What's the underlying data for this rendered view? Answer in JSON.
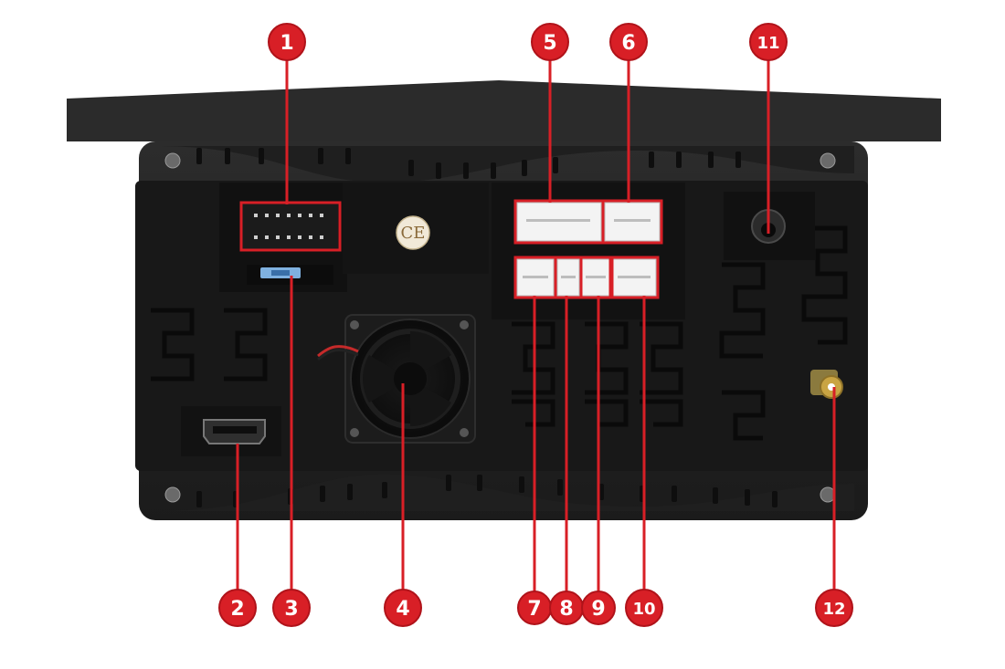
{
  "colors": {
    "callout_fill": "#d81f26",
    "callout_stroke": "#b0131a",
    "chassis": "#262626",
    "panel": "#151515",
    "connector": "#f3f3f3",
    "antenna_gold": "#c9a443"
  },
  "callouts": [
    "1",
    "2",
    "3",
    "4",
    "5",
    "6",
    "7",
    "8",
    "9",
    "10",
    "11",
    "12"
  ],
  "components": [
    {
      "id": "1",
      "icon": "iso-connector-icon"
    },
    {
      "id": "2",
      "icon": "hdmi-port-icon"
    },
    {
      "id": "3",
      "icon": "fuse-icon"
    },
    {
      "id": "4",
      "icon": "cooling-fan-icon"
    },
    {
      "id": "5",
      "icon": "wire-connector-icon"
    },
    {
      "id": "6",
      "icon": "wire-connector-icon"
    },
    {
      "id": "7",
      "icon": "wire-connector-icon"
    },
    {
      "id": "8",
      "icon": "wire-connector-icon"
    },
    {
      "id": "9",
      "icon": "wire-connector-icon"
    },
    {
      "id": "10",
      "icon": "wire-connector-icon"
    },
    {
      "id": "11",
      "icon": "gps-antenna-port-icon"
    },
    {
      "id": "12",
      "icon": "radio-antenna-port-icon"
    }
  ],
  "ce_mark": "CE"
}
